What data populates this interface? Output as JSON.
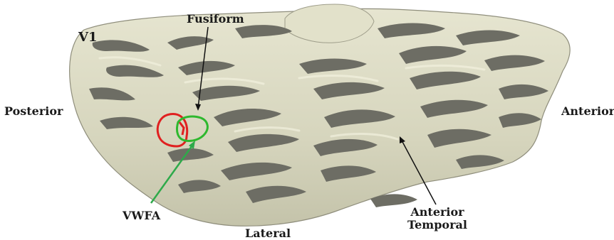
{
  "figure": {
    "labels": {
      "v1": "V1",
      "fusiform": "Fusiform",
      "posterior": "Posterior",
      "anterior": "Anterior",
      "vwfa": "VWFA",
      "lateral": "Lateral",
      "anterior_temporal_line1": "Anterior",
      "anterior_temporal_line2": "Temporal"
    },
    "colors": {
      "gyri": "#d9d8c0",
      "sulci": "#6d6d64",
      "vwfa_outline": "#2eb82e",
      "red_region": "#e02020",
      "pointer_green": "#2eaa4a",
      "pointer_black": "#111111"
    }
  }
}
